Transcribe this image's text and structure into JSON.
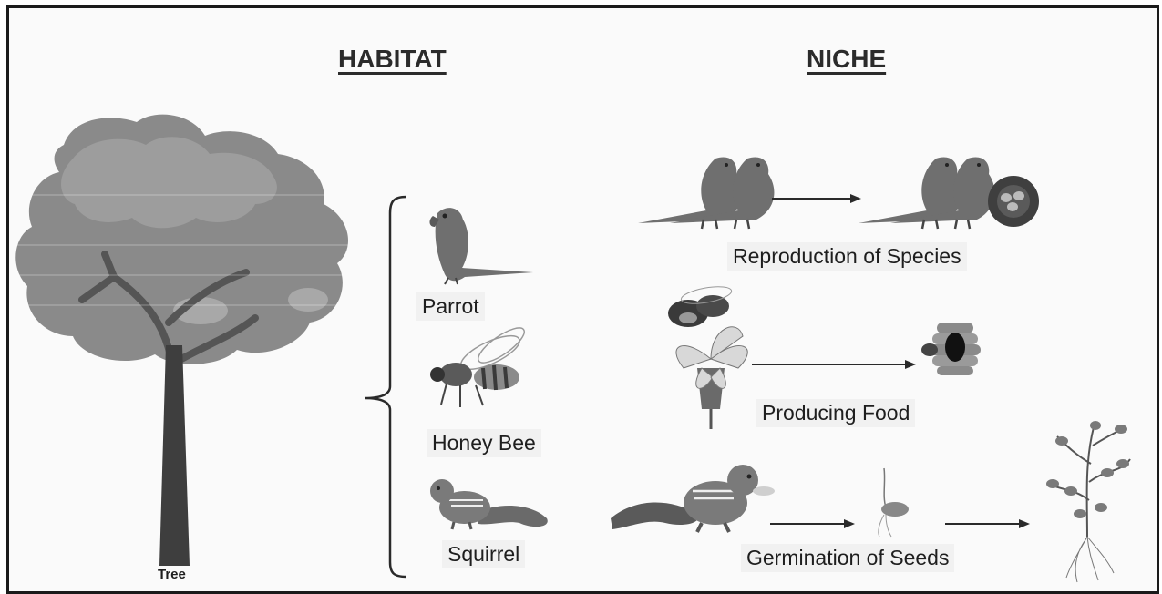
{
  "headings": {
    "habitat": "HABITAT",
    "niche": "NICHE"
  },
  "tree": {
    "label": "Tree"
  },
  "habitat_animals": {
    "parrot": "Parrot",
    "bee": "Honey Bee",
    "squirrel": "Squirrel"
  },
  "niches": {
    "parrot": "Reproduction of Species",
    "bee": "Producing Food",
    "squirrel": "Germination of Seeds"
  },
  "colors": {
    "foliage_dark": "#7a7a7a",
    "foliage_light": "#9a9a9a",
    "trunk": "#3e3e3e",
    "bird": "#6f6f6f",
    "text": "#1e1e1e"
  }
}
